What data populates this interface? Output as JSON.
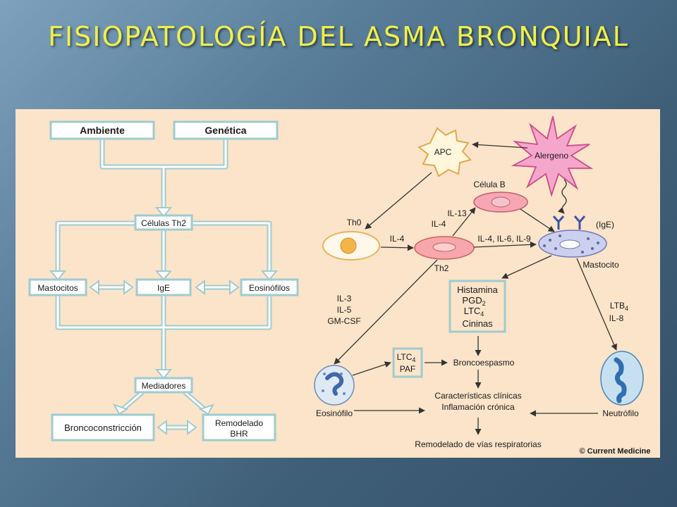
{
  "title": "FISIOPATOLOGÍA DEL ASMA BRONQUIAL",
  "left": {
    "ambiente": "Ambiente",
    "genetica": "Genética",
    "celulas_th2": "Células Th2",
    "mastocitos": "Mastocitos",
    "ige": "IgE",
    "eosinofilos": "Eosinófilos",
    "mediadores": "Mediadores",
    "broncoconstriccion": "Broncoconstricción",
    "remodelado": "Remodelado",
    "bhr": "BHR"
  },
  "right": {
    "apc": "APC",
    "alergeno": "Alergeno",
    "celula_b": "Célula B",
    "th0": "Th0",
    "il13": "IL-13",
    "il4_top": "IL-4",
    "il4": "IL-4",
    "th2": "Th2",
    "il4_6_9": "IL-4, IL-6, IL-9",
    "ige": "(IgE)",
    "mastocito": "Mastocito",
    "il3": "IL-3",
    "il5": "IL-5",
    "gmcsf": "GM-CSF",
    "histamina": "Histamina",
    "pgd": "PGD",
    "pgd_sub": "2",
    "ltc": "LTC",
    "ltc_sub": "4",
    "cininas": "Cininas",
    "ltb": "LTB",
    "ltb_sub": "4",
    "il8": "IL-8",
    "ltc4b": "LTC",
    "ltc4b_sub": "4",
    "paf": "PAF",
    "broncoespasmo": "Broncoespasmo",
    "eosinofilo": "Eosinófilo",
    "caracteristicas": "Características clínicas",
    "inflamacion": "Inflamación crónica",
    "neutrofilo": "Neutrófilo",
    "remodelado_vias": "Remodelado de vías respiratorias",
    "copyright": "© Current Medicine"
  }
}
